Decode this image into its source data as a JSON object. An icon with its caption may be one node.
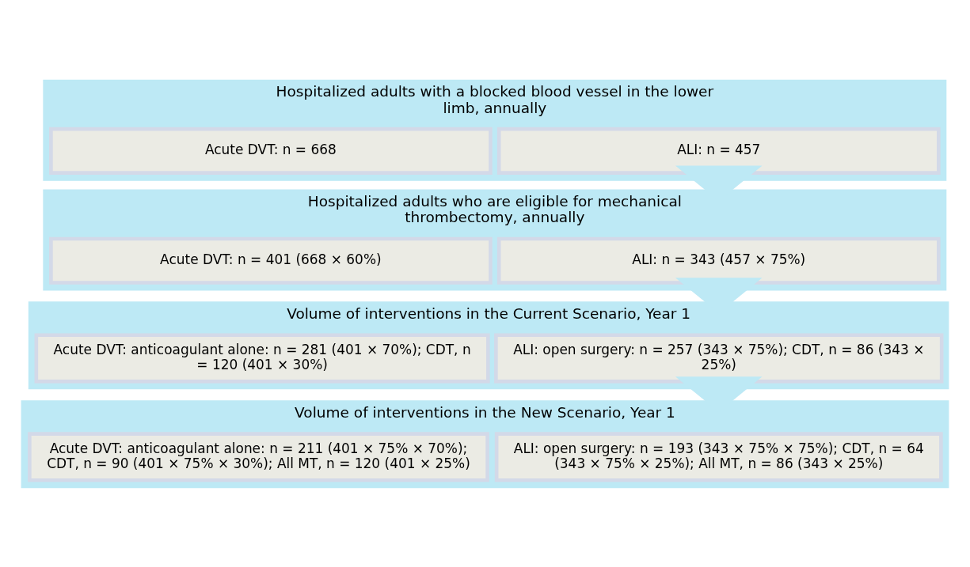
{
  "diagram": {
    "nodes": [
      {
        "text": [
          "Hospitalized adults with a blocked blood vessel in the lower limb, annually"
        ]
      },
      {
        "text": [
          "ALI: n = 457"
        ],
        "in": 0
      },
      {
        "text": [
          "Acute DVT: n = 668"
        ],
        "in": 0
      },
      {
        "text": [
          "Hospitalized adults who are eligible for mechanical thrombectomy, annually"
        ]
      },
      {
        "text": [
          "ALI: n = 343 (457 × 75%)"
        ],
        "in": 3
      },
      {
        "text": [
          "Acute DVT: n = 401 (668 × 60%)"
        ],
        "in": 3
      },
      {
        "text": [
          "Volume of interventions in the Current Scenario, Year 1"
        ]
      },
      {
        "text": [
          "ALI: open surgery: n = 257 (343 × 75%); CDT, n = 86 (343 × 25%)"
        ],
        "in": 6
      },
      {
        "text": [
          "Acute DVT: anticoagulant alone: n = 281 (401 × 70%); CDT, n = 120 (401 × 30%)"
        ],
        "in": 6
      },
      {
        "text": [
          "Volume of interventions in the New Scenario, Year 1"
        ]
      },
      {
        "text": [
          "ALI: open surgery: n = 193 (343 × 75% × 75%); CDT, n = 64 (343 × 75% × 25%); All MT, n = 86 (343 × 25%)"
        ],
        "in": 9
      },
      {
        "text": [
          "Acute DVT: anticoagulant alone: n = 211 (401 × 75% × 70%); CDT, n = 90 (401 × 75% × 30%); All MT, n = 120 (401 × 25%)"
        ],
        "in": 9
      }
    ],
    "edges": [
      {
        "from": 0,
        "to": 3,
        "arrow": "to",
        "style": "thick"
      },
      {
        "from": 3,
        "to": 6,
        "arrow": "to",
        "style": "thick"
      },
      {
        "from": 6,
        "to": 9,
        "arrow": "to",
        "style": "thick"
      }
    ]
  }
}
